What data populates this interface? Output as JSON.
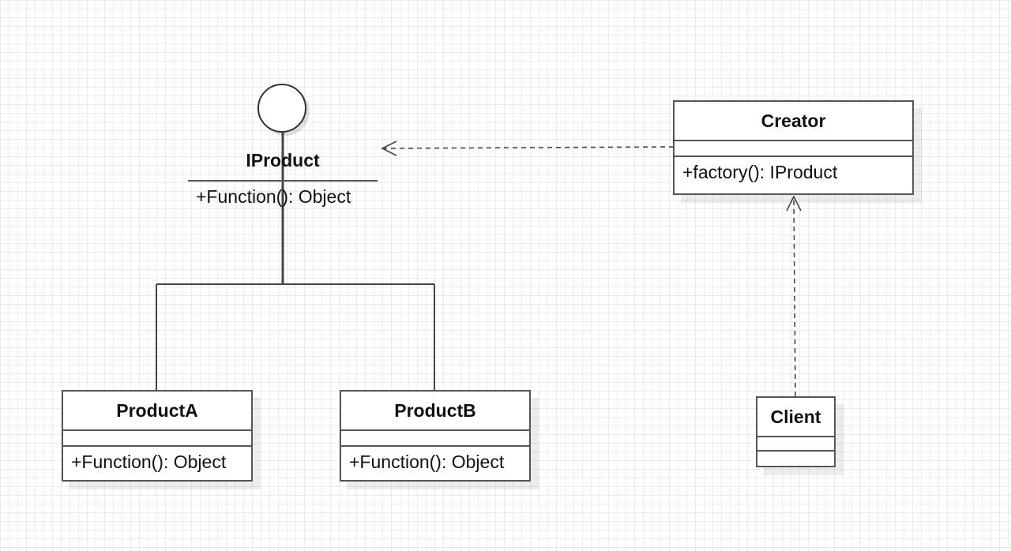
{
  "diagram": {
    "interface": {
      "name": "IProduct",
      "operation": "+Function(): Object"
    },
    "classes": {
      "product_a": {
        "name": "ProductA",
        "operation": "+Function(): Object"
      },
      "product_b": {
        "name": "ProductB",
        "operation": "+Function(): Object"
      },
      "creator": {
        "name": "Creator",
        "operation": "+factory(): IProduct"
      },
      "client": {
        "name": "Client"
      }
    },
    "relationships": [
      {
        "from": "ProductA",
        "to": "IProduct",
        "kind": "realization"
      },
      {
        "from": "ProductB",
        "to": "IProduct",
        "kind": "realization"
      },
      {
        "from": "Creator",
        "to": "IProduct",
        "kind": "dependency"
      },
      {
        "from": "Client",
        "to": "Creator",
        "kind": "dependency"
      }
    ],
    "colors": {
      "line": "#444444",
      "box_border": "#555555",
      "grid": "#ececec"
    }
  }
}
